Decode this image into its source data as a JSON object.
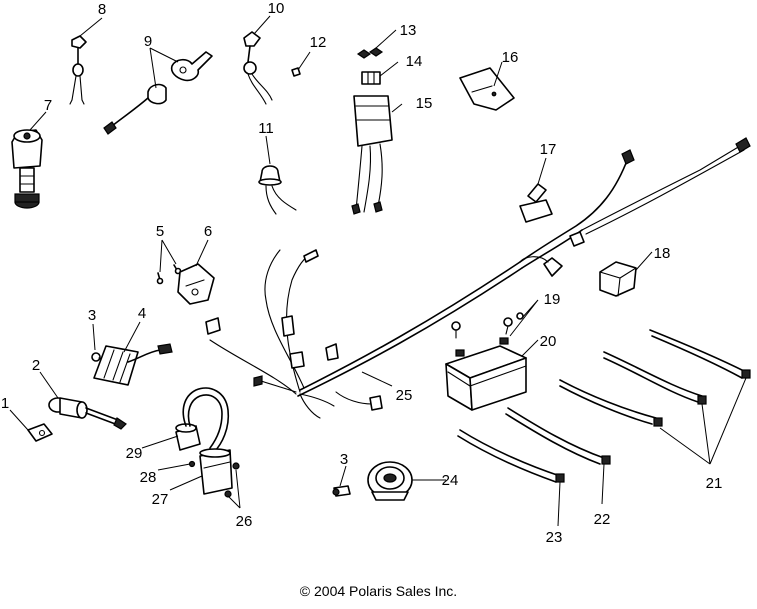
{
  "callouts": {
    "c1": "1",
    "c2": "2",
    "c3a": "3",
    "c3b": "3",
    "c4": "4",
    "c5": "5",
    "c6": "6",
    "c7": "7",
    "c8": "8",
    "c9": "9",
    "c10": "10",
    "c11": "11",
    "c12": "12",
    "c13": "13",
    "c14": "14",
    "c15": "15",
    "c16": "16",
    "c17": "17",
    "c18": "18",
    "c19": "19",
    "c20": "20",
    "c21": "21",
    "c22": "22",
    "c23": "23",
    "c24": "24",
    "c25": "25",
    "c26": "26",
    "c27": "27",
    "c28": "28",
    "c29": "29"
  },
  "footer": {
    "copyright": "© 2004 Polaris Sales Inc."
  }
}
